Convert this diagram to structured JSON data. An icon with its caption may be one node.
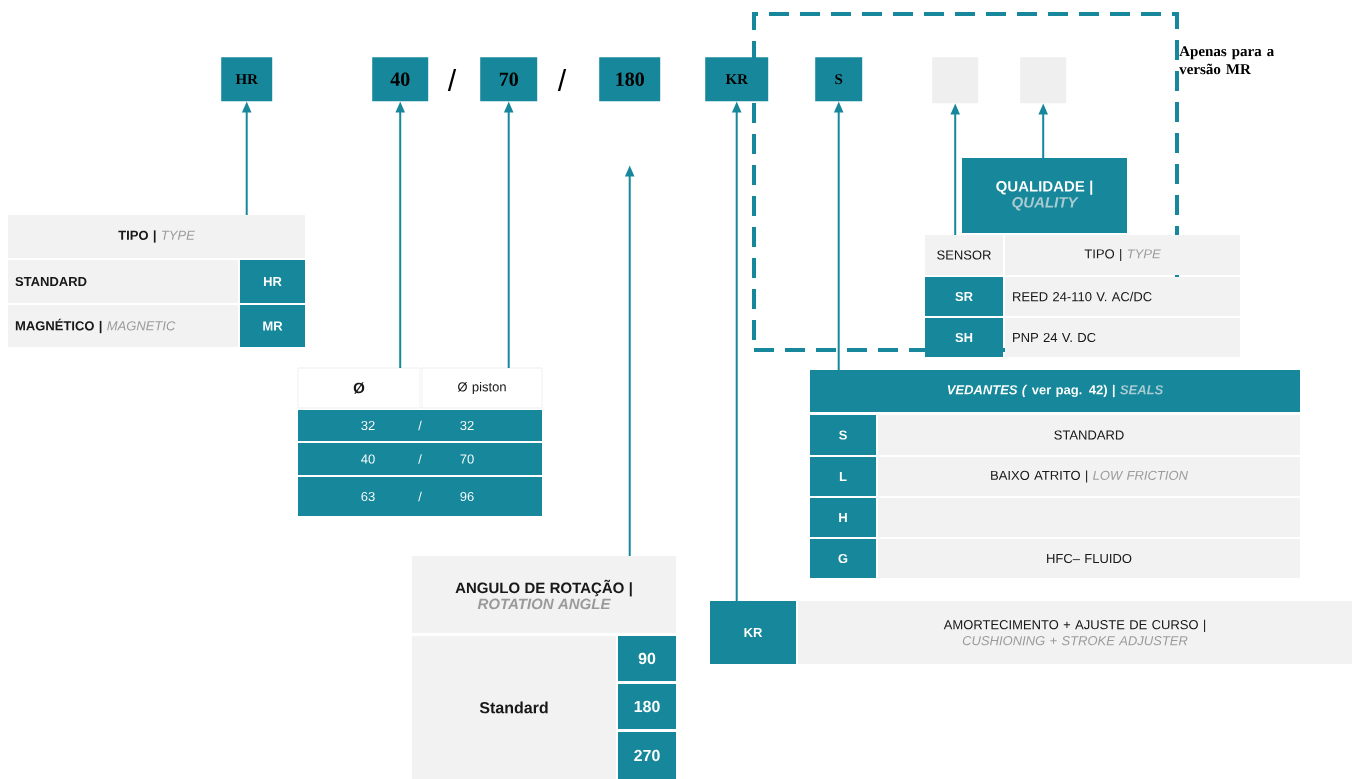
{
  "diagram": {
    "nodes": [
      {
        "text": [
          "HR"
        ]
      },
      {
        "text": [
          "40"
        ]
      },
      {
        "text": [
          "70"
        ]
      },
      {
        "text": [
          "180"
        ]
      },
      {
        "text": [
          "KR"
        ]
      },
      {
        "text": [
          "Apenas para a versão MR"
        ]
      },
      {
        "text": [
          "S"
        ],
        "in": 5
      },
      {
        "text": [],
        "shape": "box",
        "in": 5
      },
      {
        "text": [],
        "shape": "box",
        "in": 5
      },
      {
        "text": [
          "QUALIDADE |",
          "QUALITY"
        ],
        "in": 5
      },
      {
        "text": [
          "SENSOR",
          "TIPO |",
          "TYPE",
          "SR",
          "REED 24-110 V. AC/DC",
          "SH",
          "PNP 24 V. DC"
        ]
      },
      {
        "text": [
          "TIPO |",
          "TYPE",
          "STANDARD",
          "HR",
          "MAGNÉTICO |",
          "MAGNETIC",
          "MR"
        ]
      },
      {
        "text": [
          "Ø",
          "Ø piston",
          "32",
          "/",
          "32",
          "40",
          "/",
          "70",
          "63",
          "/",
          "96"
        ]
      },
      {
        "text": [
          "*VEDANTES (* ver pag. 42) |",
          "SEALS",
          "S",
          "STANDARD",
          "L",
          "BAIXO ATRITO |",
          "LOW FRICTION",
          "H",
          "G",
          "HFC– FLUIDO"
        ]
      },
      {
        "text": [
          "ANGULO DE ROTAÇÃO |",
          "ROTATION ANGLE",
          "Standard",
          "90",
          "180",
          "270"
        ]
      },
      {
        "text": [
          "KR",
          "AMORTECIMENTO + AJUSTE DE CURSO |",
          "CUSHIONING + STROKE ADJUSTER"
        ]
      }
    ],
    "edges": [
      {
        "from": 11,
        "to": 0,
        "arrow": "to"
      },
      {
        "from": 12,
        "to": 1,
        "arrow": "to"
      },
      {
        "from": 12,
        "to": 2,
        "arrow": "to"
      },
      {
        "from": 14,
        "to": 3,
        "arrow": "to"
      },
      {
        "from": 15,
        "to": 4,
        "arrow": "to"
      },
      {
        "from": 13,
        "to": 6,
        "arrow": "to"
      },
      {
        "from": 10,
        "to": 7,
        "arrow": "to"
      },
      {
        "from": 9,
        "to": 8,
        "arrow": "to"
      }
    ],
    "labels": [
      "/",
      "/"
    ]
  }
}
